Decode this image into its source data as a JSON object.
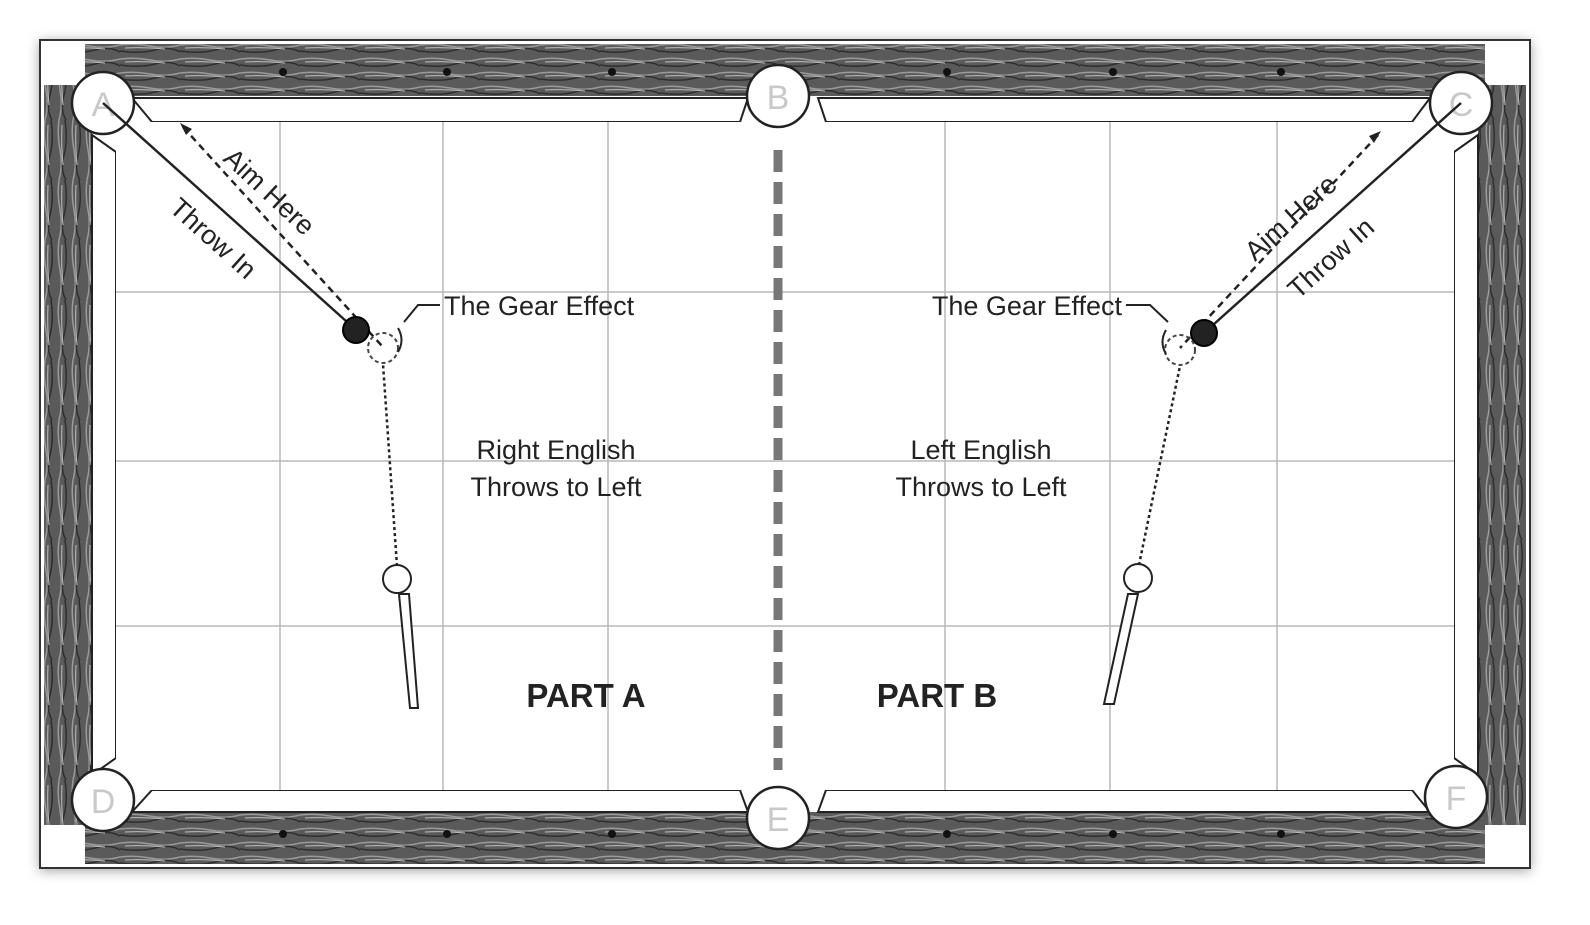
{
  "pockets": {
    "a": "A",
    "b": "B",
    "c": "C",
    "d": "D",
    "e": "E",
    "f": "F"
  },
  "part_a": {
    "title": "PART A",
    "aim_label": "Aim Here",
    "throw_label": "Throw In",
    "gear_label": "The Gear Effect",
    "english_line1": "Right English",
    "english_line2": "Throws to Left"
  },
  "part_b": {
    "title": "PART B",
    "aim_label": "Aim Here",
    "throw_label": "Throw In",
    "gear_label": "The Gear Effect",
    "english_line1": "Left English",
    "english_line2": "Throws to Left"
  },
  "colors": {
    "rail": "#6b6b6b",
    "cloth": "#ffffff",
    "grid": "#b8b8b8",
    "line": "#222222"
  }
}
